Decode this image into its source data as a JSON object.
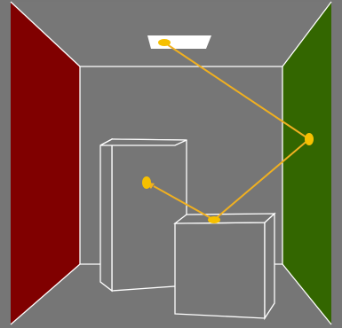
{
  "colors": {
    "back_wall": "#767676",
    "ceiling": "#777777",
    "floor": "#767676",
    "left_wall": "#800000",
    "right_wall": "#336600",
    "edge_lines": "#ffffff",
    "light_panel": "#ffffff",
    "ray": "#f0b020",
    "hit_point": "#f6c000"
  },
  "scene": {
    "objects": [
      "left-wall",
      "right-wall",
      "back-wall",
      "ceiling",
      "floor",
      "ceiling-light",
      "tall-box",
      "short-box"
    ],
    "light_path": {
      "bounces": 4,
      "order": [
        "ceiling-light",
        "right-wall",
        "short-box-top",
        "tall-box-front"
      ]
    }
  }
}
